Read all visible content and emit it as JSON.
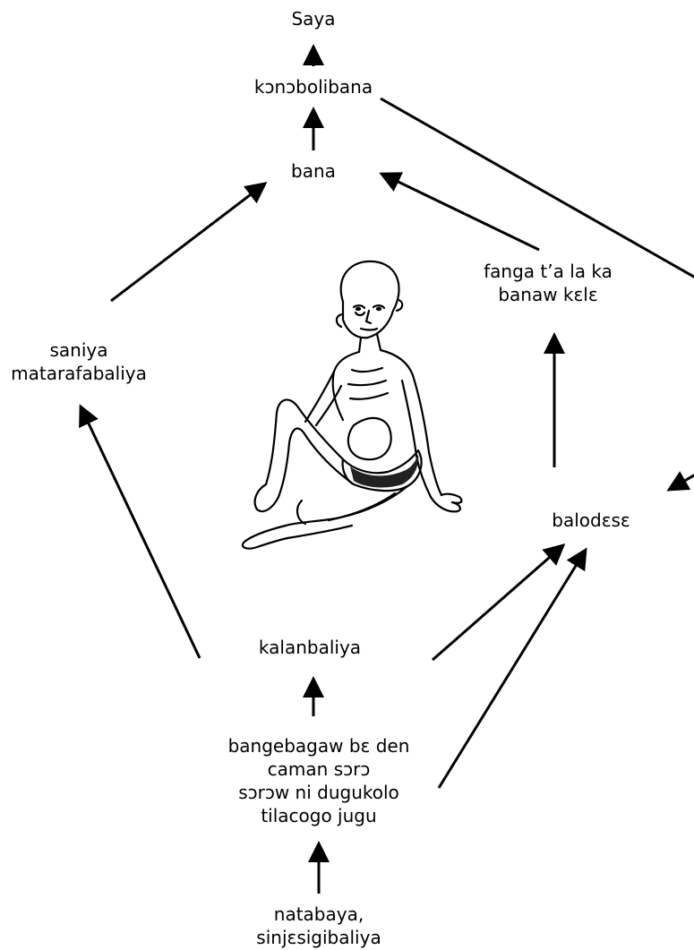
{
  "nodes": {
    "saya": {
      "lines": [
        "Saya"
      ]
    },
    "konobolibana": {
      "lines": [
        "kɔnɔbolibana"
      ]
    },
    "bana": {
      "lines": [
        "bana"
      ]
    },
    "fanga": {
      "lines": [
        "fanga t’a la ka",
        "banaw kɛlɛ"
      ]
    },
    "saniya": {
      "lines": [
        "saniya",
        "matarafabaliya"
      ]
    },
    "balodese": {
      "lines": [
        "balodɛsɛ"
      ]
    },
    "kalanbaliya": {
      "lines": [
        "kalanbaliya"
      ]
    },
    "bangebagaw": {
      "lines": [
        "bangebagaw bɛ den",
        "caman sɔrɔ",
        "sɔrɔw ni dugukolo",
        "tilacogo jugu"
      ]
    },
    "natabaya": {
      "lines": [
        "natabaya,",
        "sinjɛsigibaliya"
      ]
    }
  },
  "figure": {
    "icon": "malnourished-child-illustration"
  },
  "colors": {
    "ink": "#000000",
    "background": "#ffffff"
  }
}
